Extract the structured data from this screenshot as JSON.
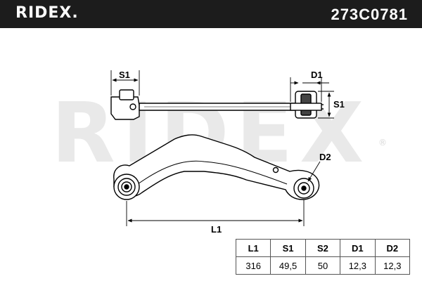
{
  "header": {
    "brand": "RIDEX.",
    "part_number": "273C0781"
  },
  "watermark": {
    "text": "RIDEX",
    "mark": "®"
  },
  "drawing": {
    "labels": {
      "s1_left": "S1",
      "d1": "D1",
      "s1_right": "S1",
      "d2": "D2",
      "l1": "L1"
    }
  },
  "specs": {
    "headers": [
      "L1",
      "S1",
      "S2",
      "D1",
      "D2"
    ],
    "values": [
      "316",
      "49,5",
      "50",
      "12,3",
      "12,3"
    ]
  },
  "colors": {
    "header_bg": "#1c1c1c",
    "line": "#000000",
    "watermark": "#e9e9e9"
  }
}
